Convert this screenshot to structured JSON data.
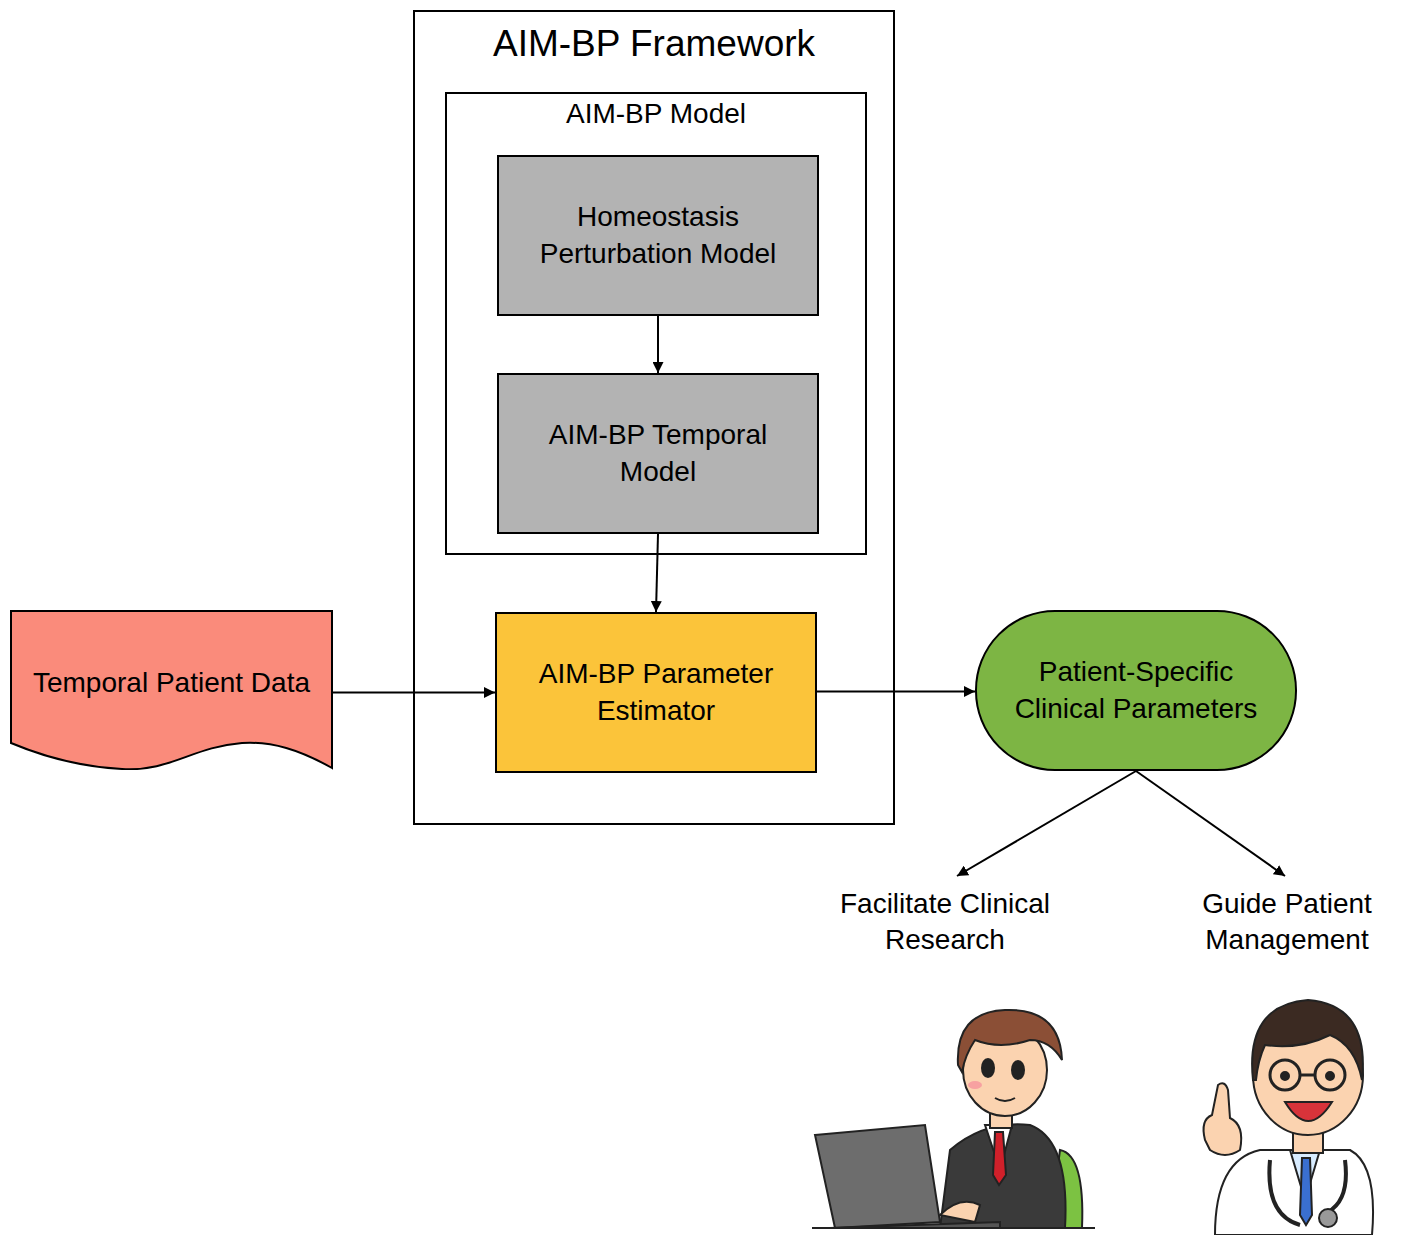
{
  "diagram": {
    "nodes": [
      {
        "text": [
          "Temporal Patient Data"
        ]
      },
      {
        "text": [
          "AIM-BP Framework"
        ]
      },
      {
        "text": [
          "AIM-BP Model"
        ],
        "in": 1
      },
      {
        "text": [
          "Homeostasis Perturbation Model"
        ],
        "in": 2
      },
      {
        "text": [
          "AIM-BP Temporal Model"
        ],
        "in": 2
      },
      {
        "text": [
          "AIM-BP Parameter Estimator"
        ],
        "in": 1
      },
      {
        "text": [
          "Patient-Specific Clinical Parameters"
        ]
      },
      {
        "text": [
          "Facilitate Clinical Research"
        ]
      },
      {
        "text": [
          "Guide Patient Management"
        ]
      }
    ],
    "edges": [
      {
        "from": 3,
        "to": 4,
        "arrow": "to"
      },
      {
        "from": 4,
        "to": 5,
        "arrow": "to"
      },
      {
        "from": 0,
        "to": 5,
        "arrow": "to"
      },
      {
        "from": 5,
        "to": 6,
        "arrow": "to"
      },
      {
        "from": 6,
        "to": 7,
        "arrow": "to"
      },
      {
        "from": 6,
        "to": 8,
        "arrow": "to"
      }
    ]
  }
}
